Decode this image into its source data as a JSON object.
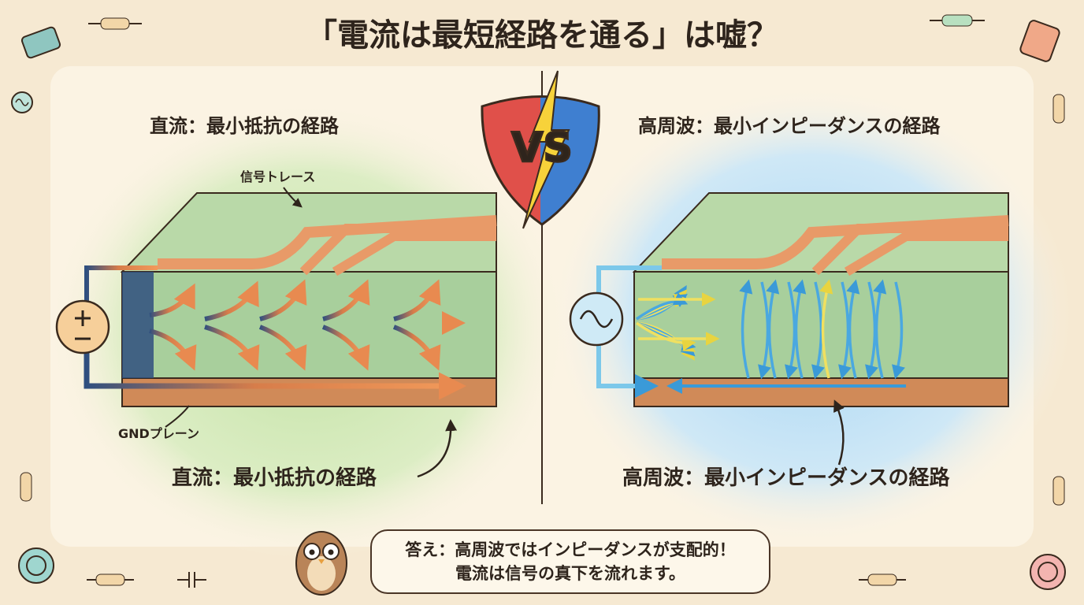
{
  "title": "「電流は最短経路を通る」は嘘？",
  "vs_badge": "VS",
  "left": {
    "heading": "直流：最小抵抗の経路",
    "trace_label": "信号トレース",
    "gnd_label": "GNDプレーン",
    "caption": "直流：最小抵抗の経路",
    "source_symbol": "+ −"
  },
  "right": {
    "heading": "高周波：最小インピーダンスの経路",
    "caption": "高周波：最小インピーダンスの経路"
  },
  "answer": {
    "line1": "答え：高周波ではインピーダンスが支配的！",
    "line2": "電流は信号の真下を流れます。"
  },
  "colors": {
    "background": "#f6e9d2",
    "board": "#a8cf9c",
    "copper": "#d08a58",
    "dc_glow": "#c9e6b0",
    "hf_glow": "#b6dcf5",
    "hf_arrow": "#4aa8e0",
    "hf_arrow_alt": "#f0e060"
  }
}
